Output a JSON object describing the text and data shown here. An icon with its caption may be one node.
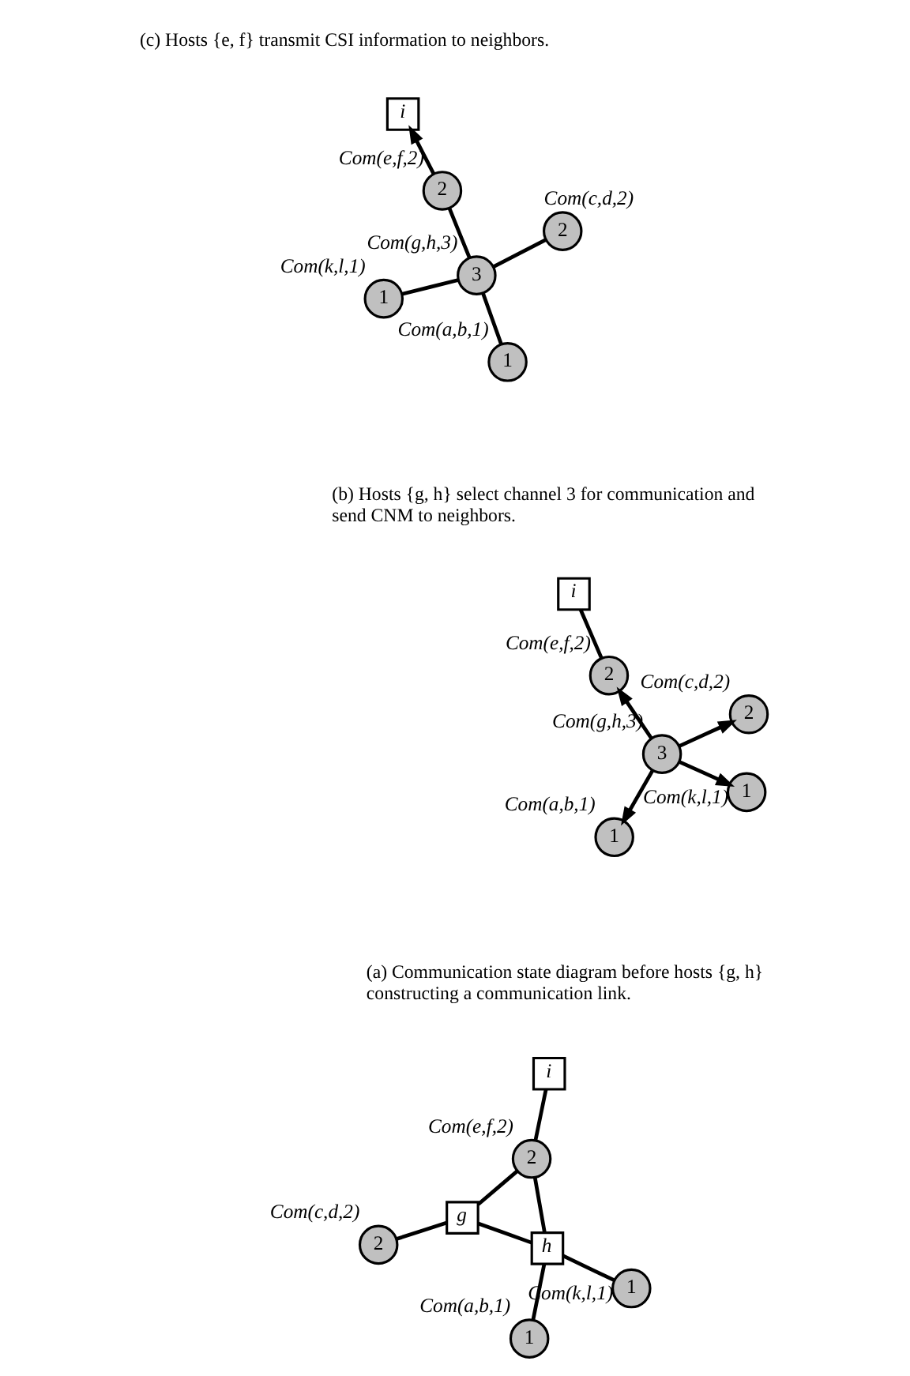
{
  "diagram": {
    "nodes": [
      {
        "text": [
          "1"
        ],
        "beside": [
          "Com(a,b,1)"
        ]
      },
      {
        "text": [
          "1"
        ],
        "beside": [
          "Com(k,l,1)"
        ]
      },
      {
        "text": [
          "h"
        ]
      },
      {
        "text": [
          "g"
        ]
      },
      {
        "text": [
          "2"
        ],
        "beside": [
          "Com(e,f,2)"
        ]
      },
      {
        "text": [
          "2"
        ],
        "beside": [
          "Com(c,d,2)"
        ]
      },
      {
        "text": [
          "i"
        ]
      },
      {
        "text": [
          "1"
        ],
        "beside": [
          "Com(a,b,1)"
        ]
      },
      {
        "text": [
          "1"
        ],
        "beside": [
          "Com(k,l,1)"
        ]
      },
      {
        "text": [
          "3"
        ],
        "beside": [
          "Com(g,h,3)"
        ]
      },
      {
        "text": [
          "2"
        ],
        "beside": [
          "Com(e,f,2)"
        ]
      },
      {
        "text": [
          "2"
        ],
        "beside": [
          "Com(c,d,2)"
        ]
      },
      {
        "text": [
          "i"
        ]
      },
      {
        "text": [
          "1"
        ],
        "beside": [
          "Com(a,b,1)"
        ]
      },
      {
        "text": [
          "1"
        ],
        "beside": [
          "Com(k,l,1)"
        ]
      },
      {
        "text": [
          "3"
        ],
        "beside": [
          "Com(g,h,3)"
        ]
      },
      {
        "text": [
          "2"
        ],
        "beside": [
          "Com(e,f,2)"
        ]
      },
      {
        "text": [
          "2"
        ],
        "beside": [
          "Com(c,d,2)"
        ]
      },
      {
        "text": [
          "i"
        ]
      }
    ],
    "edges": [
      {
        "from": 0,
        "to": 2,
        "arrow": "none"
      },
      {
        "from": 1,
        "to": 2,
        "arrow": "none"
      },
      {
        "from": 2,
        "to": 4,
        "arrow": "none"
      },
      {
        "from": 2,
        "to": 3,
        "arrow": "none"
      },
      {
        "from": 3,
        "to": 4,
        "arrow": "none"
      },
      {
        "from": 3,
        "to": 5,
        "arrow": "none"
      },
      {
        "from": 4,
        "to": 6,
        "arrow": "none"
      },
      {
        "from": 9,
        "to": 7,
        "arrow": "to"
      },
      {
        "from": 9,
        "to": 8,
        "arrow": "to"
      },
      {
        "from": 9,
        "to": 10,
        "arrow": "to"
      },
      {
        "from": 9,
        "to": 11,
        "arrow": "to"
      },
      {
        "from": 10,
        "to": 12,
        "arrow": "none"
      },
      {
        "from": 15,
        "to": 13,
        "arrow": "none"
      },
      {
        "from": 15,
        "to": 14,
        "arrow": "none"
      },
      {
        "from": 15,
        "to": 16,
        "arrow": "none"
      },
      {
        "from": 15,
        "to": 17,
        "arrow": "none"
      },
      {
        "from": 16,
        "to": 18,
        "arrow": "to"
      }
    ],
    "labels": [
      "(a) Communication state diagram before hosts {g, h} constructing a communication link.",
      "(b) Hosts {g, h} select channel 3 for communication and send CNM to neighbors.",
      "(c) Hosts {e, f} transmit CSI information to neighbors."
    ]
  }
}
